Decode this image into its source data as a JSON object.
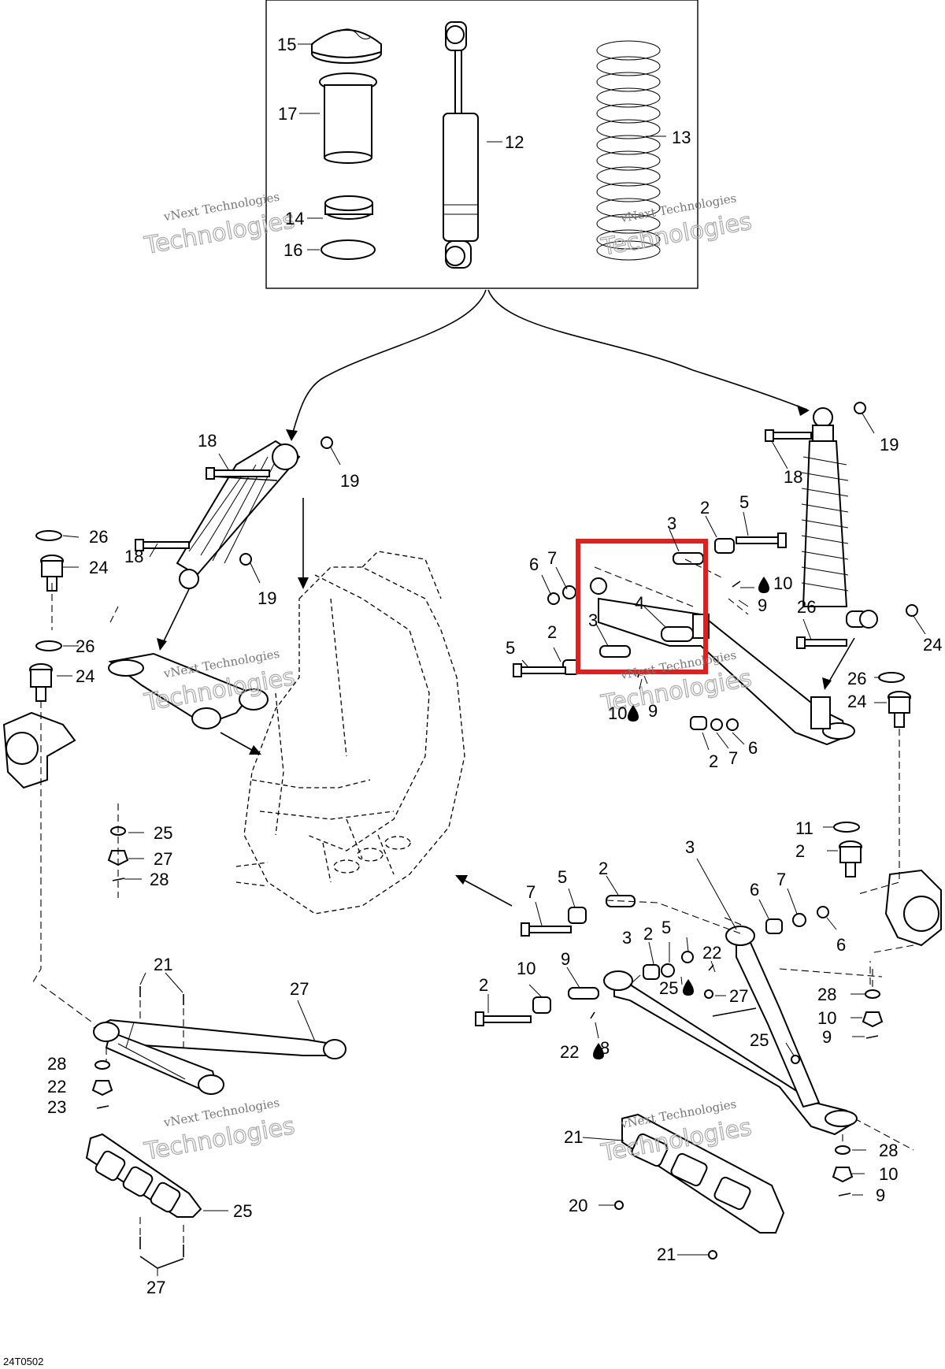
{
  "diagram": {
    "drawing_code": "24T0502",
    "watermark_line1": "vNext Technologies",
    "watermark_line2": "Technologies",
    "highlight_color": "#e02020",
    "oil_drop_icon": "oil-drop-icon",
    "callouts": [
      "15",
      "17",
      "12",
      "13",
      "14",
      "16",
      "18",
      "19",
      "18",
      "19",
      "26",
      "24",
      "26",
      "24",
      "25",
      "27",
      "28",
      "7",
      "6",
      "3",
      "2",
      "5",
      "3",
      "4",
      "2",
      "5",
      "10",
      "9",
      "10",
      "9",
      "2",
      "7",
      "6",
      "18",
      "19",
      "26",
      "24",
      "26",
      "24",
      "11",
      "2",
      "3",
      "5",
      "2",
      "7",
      "6",
      "7",
      "6",
      "2",
      "5",
      "3",
      "2",
      "9",
      "10",
      "22",
      "25",
      "27",
      "28",
      "10",
      "9",
      "22",
      "8",
      "25",
      "27",
      "28",
      "22",
      "23",
      "21",
      "21",
      "20",
      "21",
      "25",
      "27",
      "28"
    ]
  }
}
